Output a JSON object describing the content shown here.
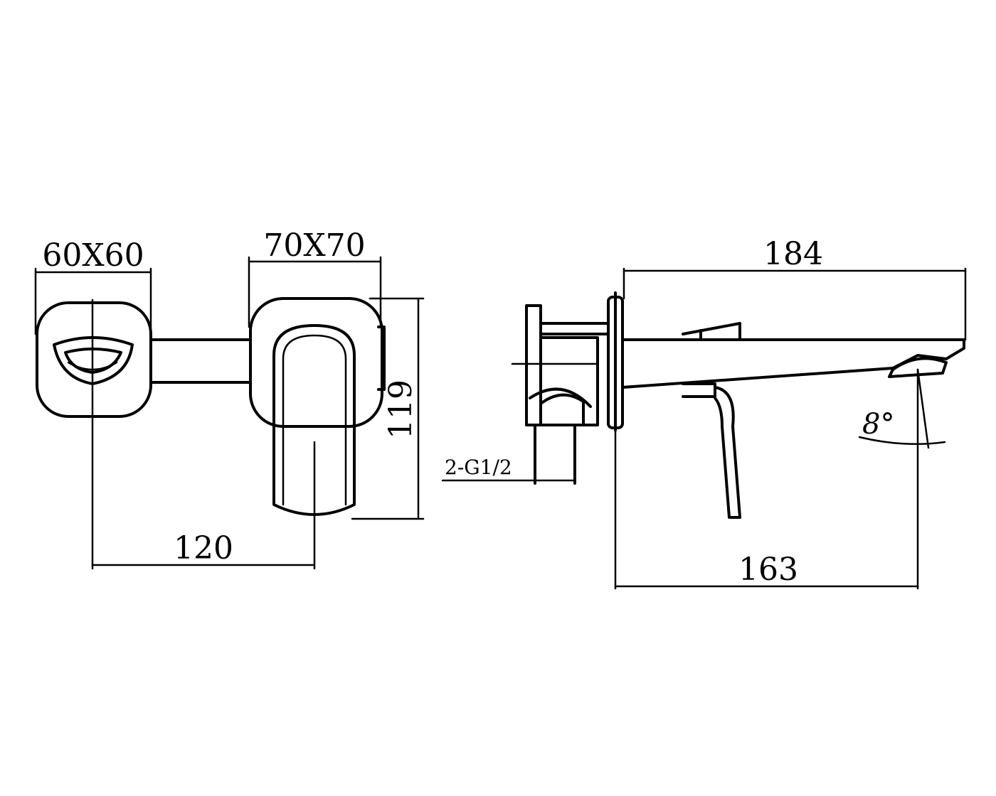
{
  "dimensions": {
    "left_plate": "60X60",
    "right_plate": "70X70",
    "center_distance": "120",
    "height": "119",
    "spout_length": "184",
    "projection": "163",
    "inlet": "2-G1/2",
    "angle": "8°"
  },
  "colors": {
    "line": "#000000",
    "background": "#ffffff"
  }
}
